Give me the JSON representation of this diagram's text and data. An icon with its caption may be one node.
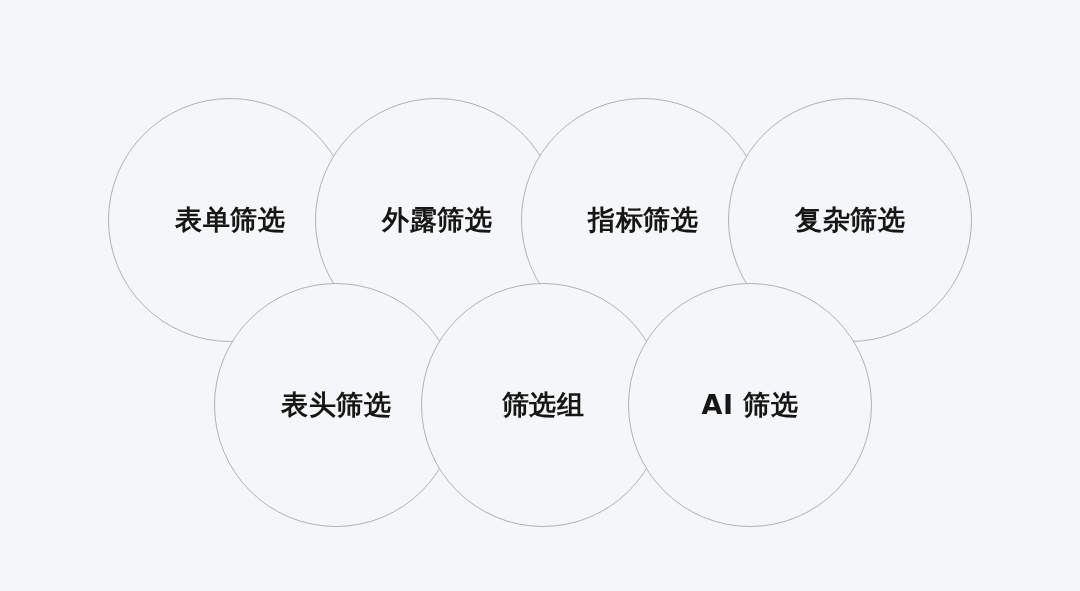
{
  "diagram": {
    "nodes": [
      {
        "text": [
          "表单筛选"
        ]
      },
      {
        "text": [
          "外露筛选"
        ]
      },
      {
        "text": [
          "指标筛选"
        ]
      },
      {
        "text": [
          "复杂筛选"
        ]
      },
      {
        "text": [
          "表头筛选"
        ]
      },
      {
        "text": [
          "筛选组"
        ]
      },
      {
        "text": [
          "AI 筛选"
        ]
      }
    ]
  }
}
